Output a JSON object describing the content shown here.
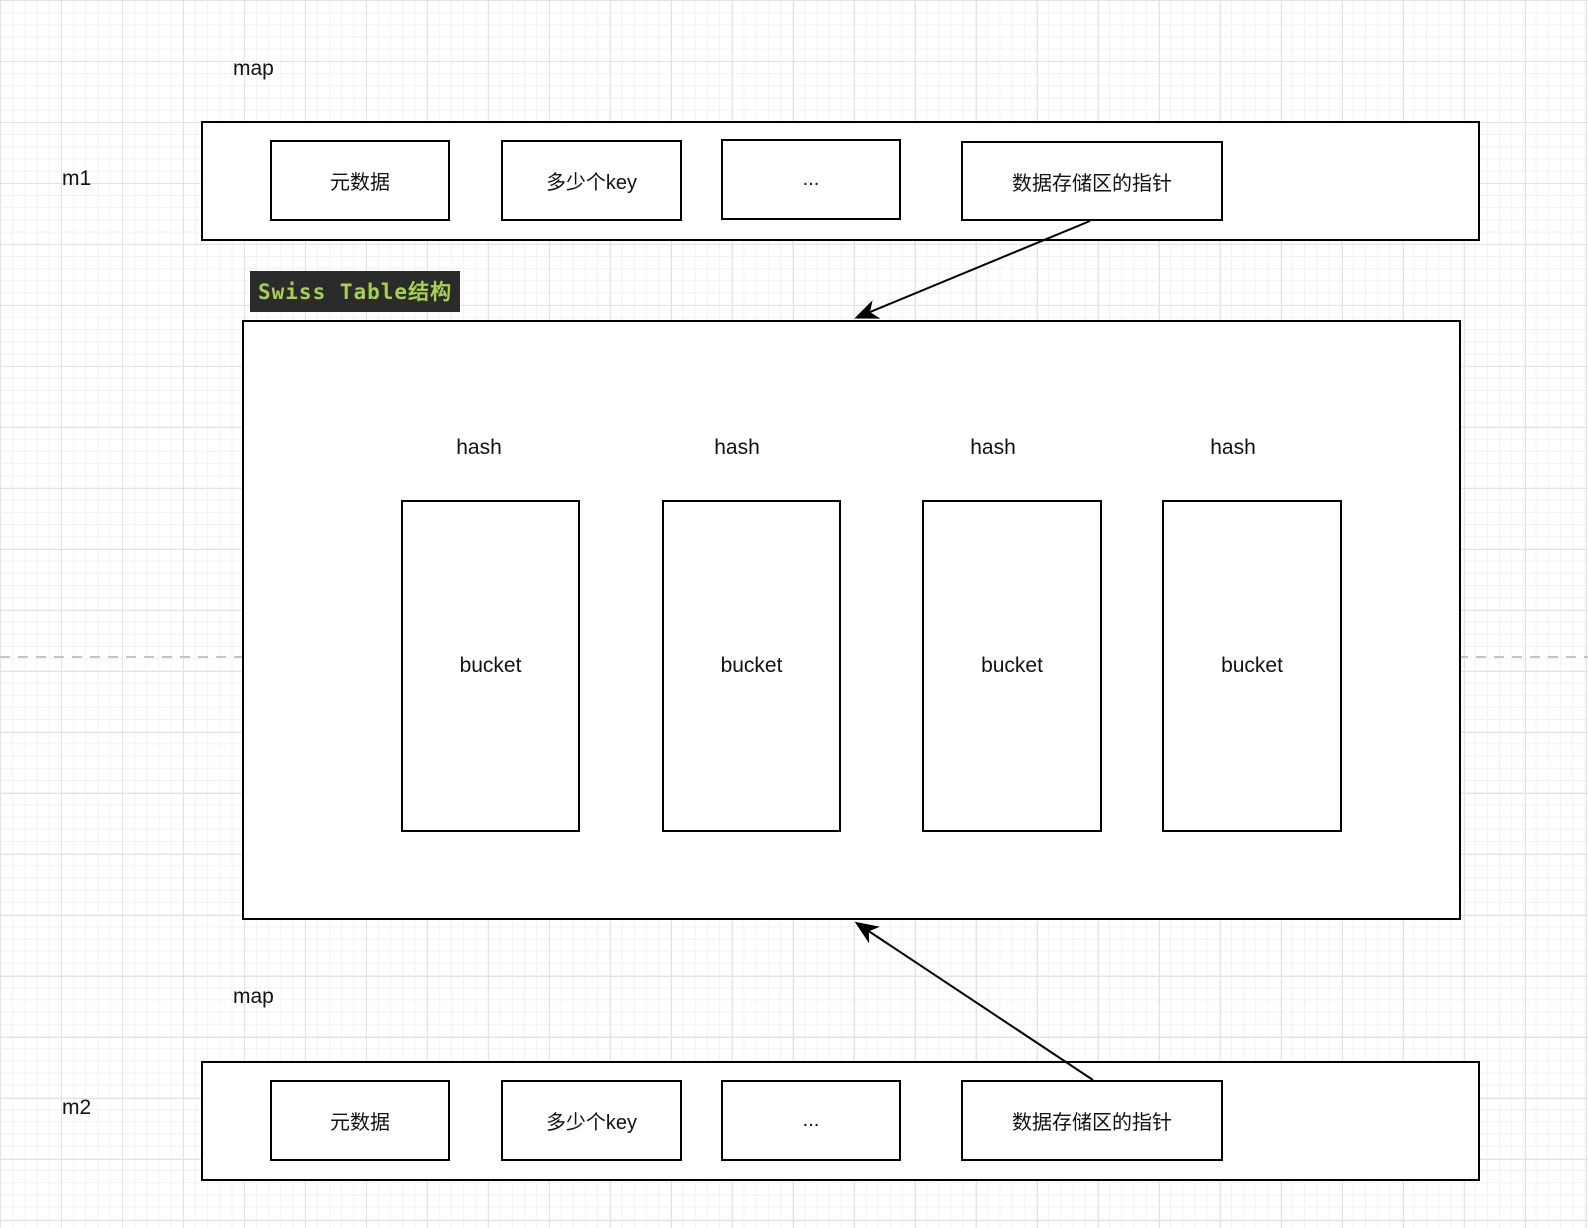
{
  "diagram": {
    "m1": {
      "row_label": "m1",
      "title": "map",
      "cells": [
        "元数据",
        "多少个key",
        "...",
        "数据存储区的指针"
      ]
    },
    "m2": {
      "row_label": "m2",
      "title": "map",
      "cells": [
        "元数据",
        "多少个key",
        "...",
        "数据存储区的指针"
      ]
    },
    "swiss_table": {
      "title": "Swiss Table结构",
      "title_bg_color": "#2b2b2b",
      "title_text_color": "#a5d24c",
      "columns": [
        {
          "hash_label": "hash",
          "bucket_label": "bucket"
        },
        {
          "hash_label": "hash",
          "bucket_label": "bucket"
        },
        {
          "hash_label": "hash",
          "bucket_label": "bucket"
        },
        {
          "hash_label": "hash",
          "bucket_label": "bucket"
        }
      ]
    }
  }
}
